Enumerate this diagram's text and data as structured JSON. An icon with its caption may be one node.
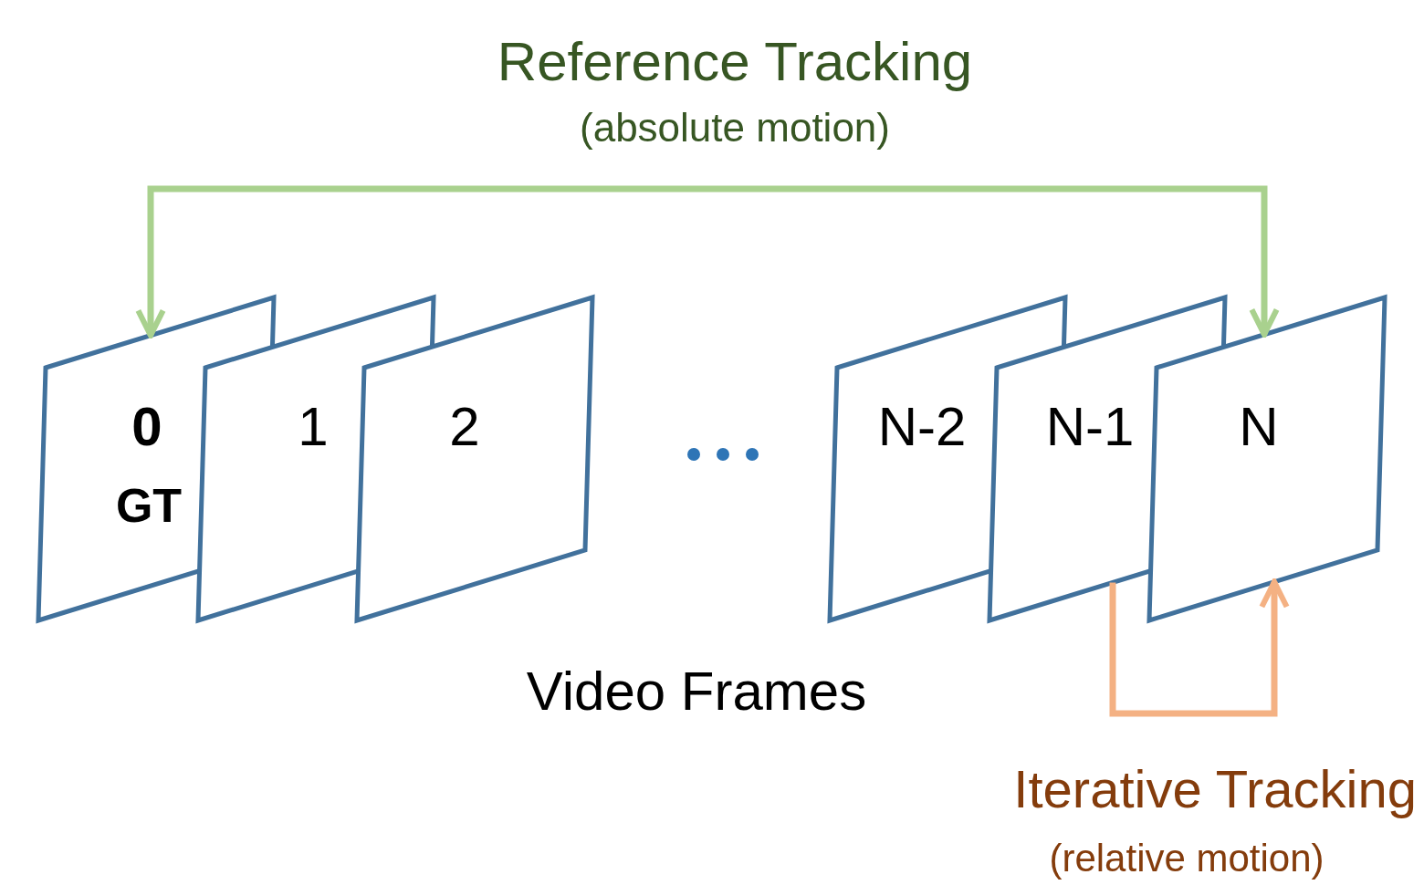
{
  "diagram": {
    "nodes": [
      {
        "text": [
          "0",
          "GT"
        ]
      },
      {
        "text": [
          "1"
        ]
      },
      {
        "text": [
          "2"
        ]
      },
      {
        "text": [
          "N-2"
        ]
      },
      {
        "text": [
          "N-1"
        ]
      },
      {
        "text": [
          "N"
        ]
      }
    ],
    "edges": [
      {
        "from": 0,
        "to": 5,
        "arrow": "both",
        "color": "#a9d18e"
      },
      {
        "from": 4,
        "to": 5,
        "arrow": "to",
        "color": "#f4b183"
      }
    ],
    "labels": [
      "Reference Tracking",
      "(absolute motion)",
      "Video Frames",
      "Iterative Tracking",
      "(relative motion)"
    ]
  }
}
